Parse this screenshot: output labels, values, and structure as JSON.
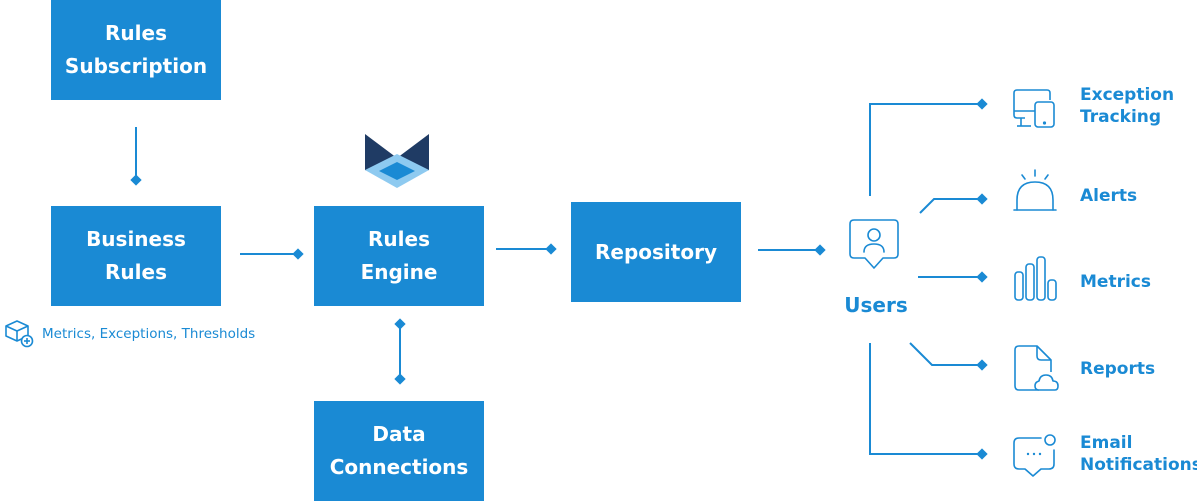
{
  "nodes": {
    "rules_subscription": {
      "line1": "Rules",
      "line2": "Subscription"
    },
    "business_rules": {
      "line1": "Business",
      "line2": "Rules"
    },
    "rules_engine": {
      "line1": "Rules",
      "line2": "Engine"
    },
    "repository": {
      "label": "Repository"
    },
    "data_connections": {
      "line1": "Data",
      "line2": "Connections"
    },
    "users": {
      "label": "Users"
    }
  },
  "business_rules_note": "Metrics, Exceptions, Thresholds",
  "outputs": {
    "exception_tracking": {
      "line1": "Exception",
      "line2": "Tracking",
      "icon": "devices-icon"
    },
    "alerts": {
      "label": "Alerts",
      "icon": "alarm-bell-icon"
    },
    "metrics": {
      "label": "Metrics",
      "icon": "bar-chart-icon"
    },
    "reports": {
      "label": "Reports",
      "icon": "report-document-icon"
    },
    "email_notifications": {
      "line1": "Email",
      "line2": "Notifications",
      "icon": "chat-notification-icon"
    }
  },
  "colors": {
    "primary": "#1a8ad4",
    "logo_dark": "#1f3b64",
    "logo_light": "#8ecaf0"
  }
}
